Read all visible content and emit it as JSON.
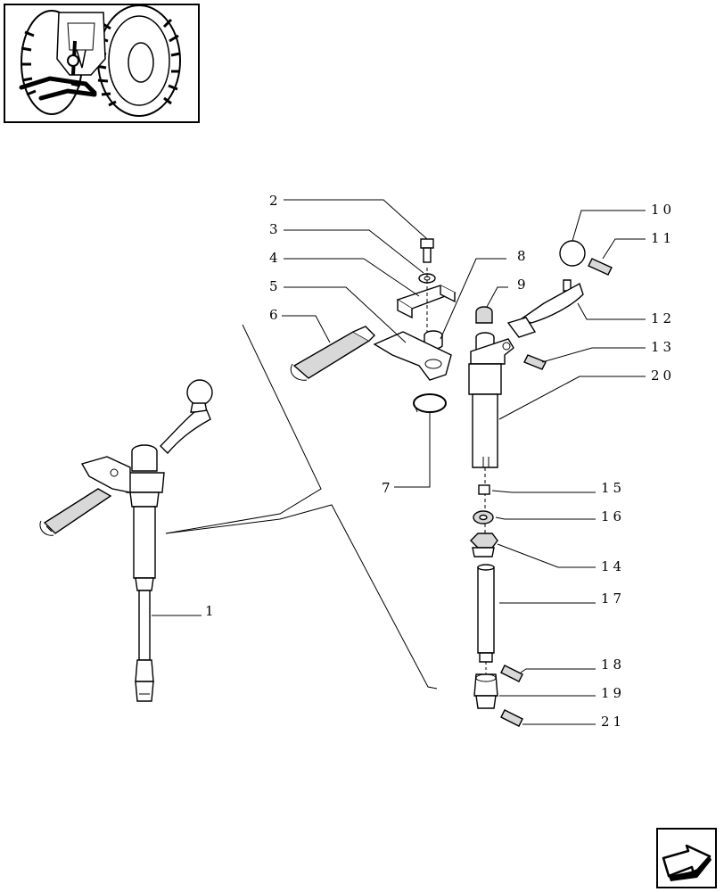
{
  "diagram": {
    "callouts": [
      {
        "id": "c1",
        "label": "1"
      },
      {
        "id": "c2",
        "label": "2"
      },
      {
        "id": "c3",
        "label": "3"
      },
      {
        "id": "c4",
        "label": "4"
      },
      {
        "id": "c5",
        "label": "5"
      },
      {
        "id": "c6",
        "label": "6"
      },
      {
        "id": "c7",
        "label": "7"
      },
      {
        "id": "c8",
        "label": "8"
      },
      {
        "id": "c9",
        "label": "9"
      },
      {
        "id": "c10",
        "label": "10"
      },
      {
        "id": "c11",
        "label": "11"
      },
      {
        "id": "c12",
        "label": "12"
      },
      {
        "id": "c13",
        "label": "13"
      },
      {
        "id": "c14",
        "label": "14"
      },
      {
        "id": "c15",
        "label": "15"
      },
      {
        "id": "c16",
        "label": "16"
      },
      {
        "id": "c17",
        "label": "17"
      },
      {
        "id": "c18",
        "label": "18"
      },
      {
        "id": "c19",
        "label": "19"
      },
      {
        "id": "c20",
        "label": "20"
      },
      {
        "id": "c21",
        "label": "21"
      }
    ]
  },
  "thumbnail": {
    "icon": "tractor-rear-hitch-icon"
  },
  "navigation": {
    "icon": "next-page-arrow-icon"
  }
}
